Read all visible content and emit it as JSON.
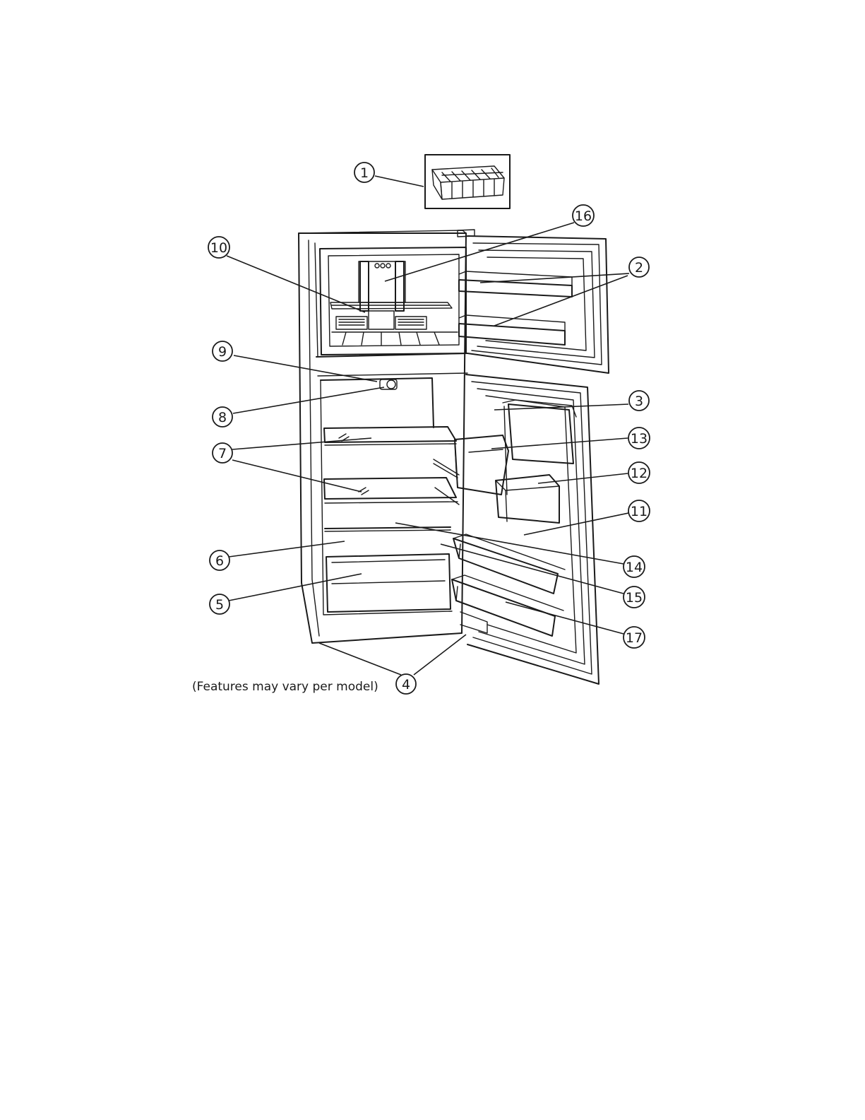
{
  "caption": "(Features may vary per model)",
  "callouts": [
    {
      "id": "1",
      "label": "1"
    },
    {
      "id": "2",
      "label": "2"
    },
    {
      "id": "3",
      "label": "3"
    },
    {
      "id": "4",
      "label": "4"
    },
    {
      "id": "5",
      "label": "5"
    },
    {
      "id": "6",
      "label": "6"
    },
    {
      "id": "7",
      "label": "7"
    },
    {
      "id": "8",
      "label": "8"
    },
    {
      "id": "9",
      "label": "9"
    },
    {
      "id": "10",
      "label": "10"
    },
    {
      "id": "11",
      "label": "11"
    },
    {
      "id": "12",
      "label": "12"
    },
    {
      "id": "13",
      "label": "13"
    },
    {
      "id": "14",
      "label": "14"
    },
    {
      "id": "15",
      "label": "15"
    },
    {
      "id": "16",
      "label": "16"
    },
    {
      "id": "17",
      "label": "17"
    }
  ],
  "colors": {
    "line": "#1a1a1a",
    "background": "#ffffff"
  }
}
